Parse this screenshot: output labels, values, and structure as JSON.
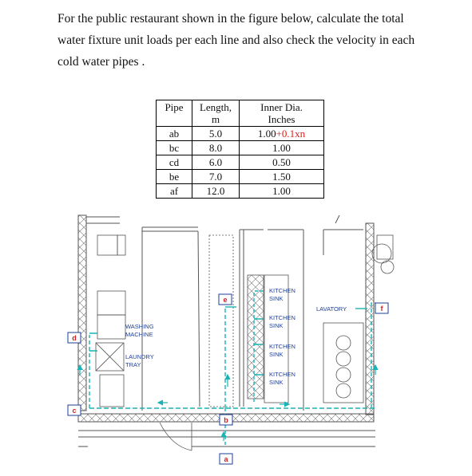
{
  "question": "For the public restaurant shown in the figure below, calculate the total water fixture unit loads per each line and also check the velocity in each cold water pipes .",
  "table": {
    "headers": {
      "pipe": "Pipe",
      "length_l1": "Length,",
      "length_l2": "m",
      "dia_l1": "Inner Dia.",
      "dia_l2": "Inches"
    },
    "rows": [
      {
        "pipe": "ab",
        "length": "5.0",
        "dia": "1.00",
        "dia_extra": "+0.1xn"
      },
      {
        "pipe": "bc",
        "length": "8.0",
        "dia": "1.00",
        "dia_extra": ""
      },
      {
        "pipe": "cd",
        "length": "6.0",
        "dia": "0.50",
        "dia_extra": ""
      },
      {
        "pipe": "be",
        "length": "7.0",
        "dia": "1.50",
        "dia_extra": ""
      },
      {
        "pipe": "af",
        "length": "12.0",
        "dia": "1.00",
        "dia_extra": ""
      }
    ]
  },
  "plan": {
    "fixtures": {
      "washing_l1": "WASHING",
      "washing_l2": "MACHINE",
      "laundry_l1": "LAUNDRY",
      "laundry_l2": "TRAY",
      "kitchen1_l1": "KITCHEN",
      "kitchen1_l2": "SINK",
      "kitchen2_l1": "KITCHEN",
      "kitchen2_l2": "SINK",
      "kitchen3_l1": "KITCHEN",
      "kitchen3_l2": "SINK",
      "kitchen4_l1": "KITCHEN",
      "kitchen4_l2": "SINK",
      "lavatory": "LAVATORY"
    },
    "nodes": {
      "a": "a",
      "b": "b",
      "c": "c",
      "d": "d",
      "e": "e",
      "f": "f"
    },
    "colors": {
      "pipe": "#19b3b3",
      "wall": "#555555",
      "node_red": "#d11f1f",
      "node_box": "#1f3f9a"
    }
  }
}
